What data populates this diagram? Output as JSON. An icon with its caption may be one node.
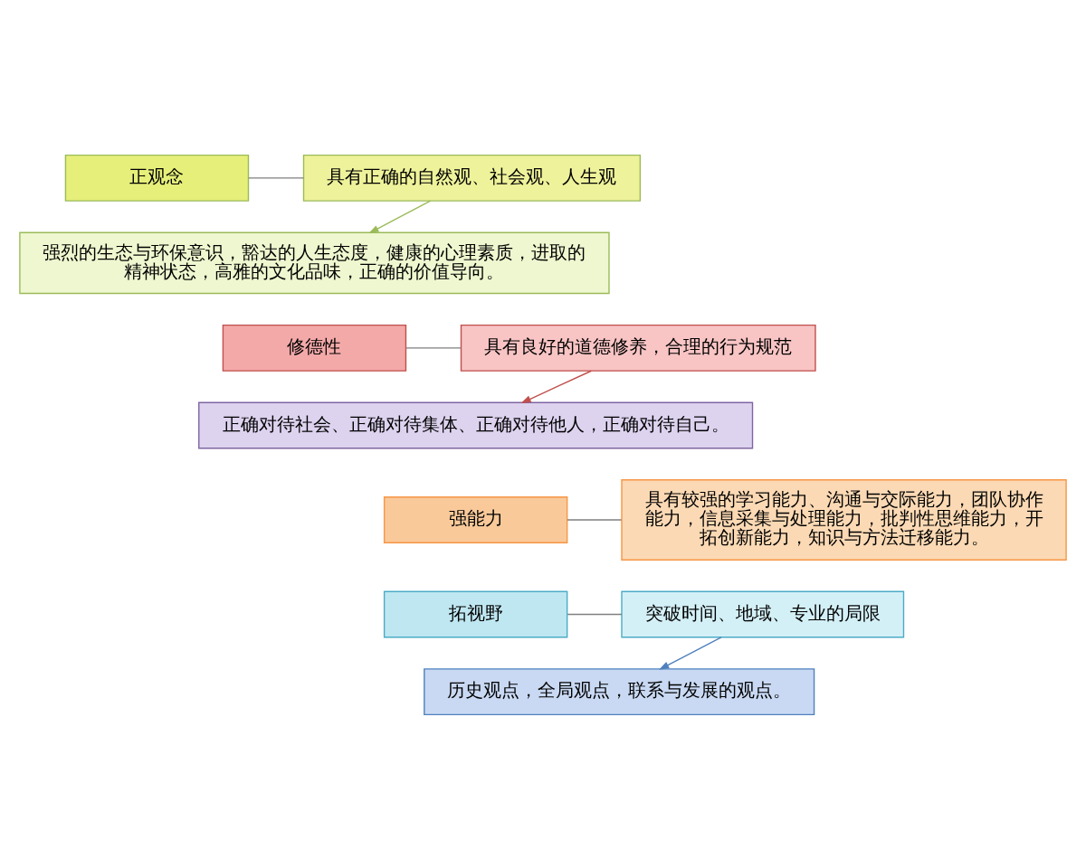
{
  "diagram": {
    "nodes": [
      {
        "text": [
          "正观念"
        ]
      },
      {
        "text": [
          "具有正确的自然观、社会观、人生观"
        ]
      },
      {
        "text": [
          "强烈的生态与环保意识，豁达的人生态度，健康的心理素质，进取的精神状态，高雅的文化品味，正确的价值导向。"
        ]
      },
      {
        "text": [
          "修德性"
        ]
      },
      {
        "text": [
          "具有良好的道德修养，合理的行为规范"
        ]
      },
      {
        "text": [
          "正确对待社会、正确对待集体、正确对待他人，正确对待自己。"
        ]
      },
      {
        "text": [
          "强能力"
        ]
      },
      {
        "text": [
          "具有较强的学习能力、沟通与交际能力，团队协作能力，信息采集与处理能力，批判性思维能力，开拓创新能力，知识与方法迁移能力。"
        ]
      },
      {
        "text": [
          "拓视野"
        ]
      },
      {
        "text": [
          "突破时间、地域、专业的局限"
        ]
      },
      {
        "text": [
          "历史观点，全局观点，联系与发展的观点。"
        ]
      }
    ],
    "edges": [
      {
        "from": 0,
        "to": 1,
        "arrow": "none"
      },
      {
        "from": 1,
        "to": 2,
        "arrow": "to",
        "color": "#9bbb59"
      },
      {
        "from": 3,
        "to": 4,
        "arrow": "none"
      },
      {
        "from": 4,
        "to": 5,
        "arrow": "to",
        "color": "#c0504d"
      },
      {
        "from": 6,
        "to": 7,
        "arrow": "none"
      },
      {
        "from": 8,
        "to": 9,
        "arrow": "none"
      },
      {
        "from": 9,
        "to": 10,
        "arrow": "to",
        "color": "#4f81bd"
      }
    ]
  }
}
